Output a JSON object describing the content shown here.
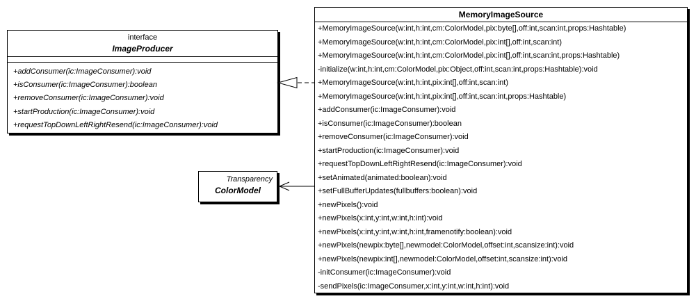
{
  "classes": {
    "image_producer": {
      "stereotype": "interface",
      "name": "ImageProducer",
      "methods": [
        "+addConsumer(ic:ImageConsumer):void",
        "+isConsumer(ic:ImageConsumer):boolean",
        "+removeConsumer(ic:ImageConsumer):void",
        "+startProduction(ic:ImageConsumer):void",
        "+requestTopDownLeftRightResend(ic:ImageConsumer):void"
      ]
    },
    "color_model": {
      "stereotype": "Transparency",
      "name": "ColorModel"
    },
    "memory_image_source": {
      "name": "MemoryImageSource",
      "methods": [
        "+MemoryImageSource(w:int,h:int,cm:ColorModel,pix:byte[],off:int,scan:int,props:Hashtable)",
        "+MemoryImageSource(w:int,h:int,cm:ColorModel,pix:int[],off:int,scan:int)",
        "+MemoryImageSource(w:int,h:int,cm:ColorModel,pix:int[],off:int,scan:int,props:Hashtable)",
        "-initialize(w:int,h:int,cm:ColorModel,pix:Object,off:int,scan:int,props:Hashtable):void",
        "+MemoryImageSource(w:int,h:int,pix:int[],off:int,scan:int)",
        "+MemoryImageSource(w:int,h:int,pix:int[],off:int,scan:int,props:Hashtable)",
        "+addConsumer(ic:ImageConsumer):void",
        "+isConsumer(ic:ImageConsumer):boolean",
        "+removeConsumer(ic:ImageConsumer):void",
        "+startProduction(ic:ImageConsumer):void",
        "+requestTopDownLeftRightResend(ic:ImageConsumer):void",
        "+setAnimated(animated:boolean):void",
        "+setFullBufferUpdates(fullbuffers:boolean):void",
        "+newPixels():void",
        "+newPixels(x:int,y:int,w:int,h:int):void",
        "+newPixels(x:int,y:int,w:int,h:int,framenotify:boolean):void",
        "+newPixels(newpix:byte[],newmodel:ColorModel,offset:int,scansize:int):void",
        "+newPixels(newpix:int[],newmodel:ColorModel,offset:int,scansize:int):void",
        "-initConsumer(ic:ImageConsumer):void",
        "-sendPixels(ic:ImageConsumer,x:int,y:int,w:int,h:int):void"
      ]
    }
  },
  "relations": [
    {
      "type": "realization",
      "from": "MemoryImageSource",
      "to": "ImageProducer",
      "line": "dashed",
      "arrowhead": "hollow-triangle"
    },
    {
      "type": "association",
      "from": "MemoryImageSource",
      "to": "ColorModel",
      "line": "solid",
      "arrowhead": "open"
    }
  ],
  "colors": {
    "background": "#ffffff",
    "box_fill": "#ffffff",
    "border": "#000000",
    "text": "#000000",
    "shadow": "#000000"
  }
}
